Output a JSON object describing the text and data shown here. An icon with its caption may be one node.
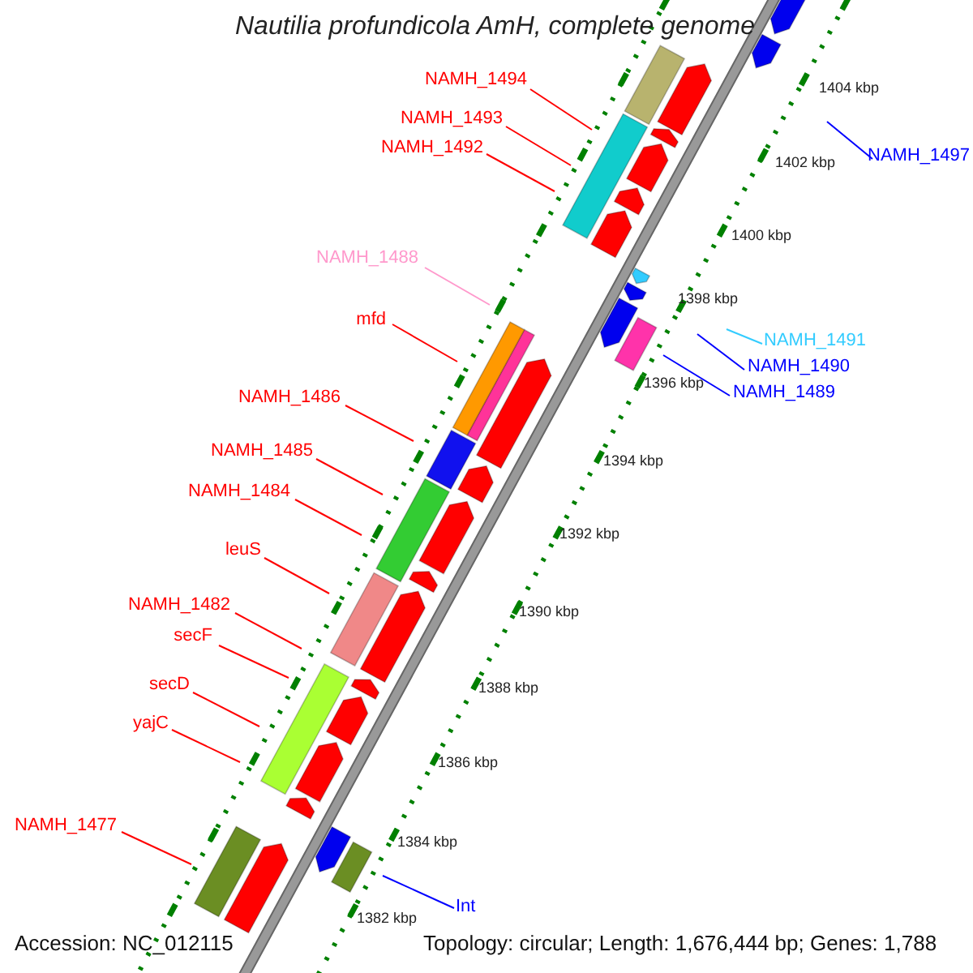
{
  "diagram": {
    "title": "Nautilia profundicola AmH, complete genome",
    "nodes": [
      {
        "text": [
          "NAMH_1494"
        ]
      },
      {
        "text": [
          "NAMH_1493"
        ]
      },
      {
        "text": [
          "NAMH_1492"
        ]
      },
      {
        "text": [
          "NAMH_1497"
        ]
      },
      {
        "text": [
          "NAMH_1488"
        ]
      },
      {
        "text": [
          "mfd"
        ]
      },
      {
        "text": [
          "NAMH_1491"
        ]
      },
      {
        "text": [
          "NAMH_1490"
        ]
      },
      {
        "text": [
          "NAMH_1489"
        ]
      },
      {
        "text": [
          "NAMH_1486"
        ]
      },
      {
        "text": [
          "NAMH_1485"
        ]
      },
      {
        "text": [
          "NAMH_1484"
        ]
      },
      {
        "text": [
          "leuS"
        ]
      },
      {
        "text": [
          "NAMH_1482"
        ]
      },
      {
        "text": [
          "secF"
        ]
      },
      {
        "text": [
          "secD"
        ]
      },
      {
        "text": [
          "yajC"
        ]
      },
      {
        "text": [
          "NAMH_1477"
        ]
      },
      {
        "text": [
          "Int"
        ]
      }
    ],
    "edges": [
      {
        "from": 0,
        "to": null,
        "arrow": "none"
      },
      {
        "from": 1,
        "to": null,
        "arrow": "none"
      },
      {
        "from": 2,
        "to": null,
        "arrow": "none"
      },
      {
        "from": 3,
        "to": null,
        "arrow": "none",
        "color": "#0000ff"
      },
      {
        "from": 4,
        "to": null,
        "arrow": "none",
        "color": "#ff99cc"
      },
      {
        "from": 5,
        "to": null,
        "arrow": "none"
      },
      {
        "from": 6,
        "to": null,
        "arrow": "none",
        "color": "#33ccff"
      },
      {
        "from": 7,
        "to": null,
        "arrow": "none",
        "color": "#0000ff"
      },
      {
        "from": 8,
        "to": null,
        "arrow": "none",
        "color": "#0000ff"
      },
      {
        "from": 9,
        "to": null,
        "arrow": "none"
      },
      {
        "from": 10,
        "to": null,
        "arrow": "none"
      },
      {
        "from": 11,
        "to": null,
        "arrow": "none"
      },
      {
        "from": 12,
        "to": null,
        "arrow": "none"
      },
      {
        "from": 13,
        "to": null,
        "arrow": "none"
      },
      {
        "from": 14,
        "to": null,
        "arrow": "none"
      },
      {
        "from": 15,
        "to": null,
        "arrow": "none"
      },
      {
        "from": 16,
        "to": null,
        "arrow": "none"
      },
      {
        "from": 17,
        "to": null,
        "arrow": "none"
      },
      {
        "from": 18,
        "to": null,
        "arrow": "none",
        "color": "#0000ff"
      }
    ],
    "labels": [
      "1404 kbp",
      "1402 kbp",
      "1400 kbp",
      "1398 kbp",
      "1396 kbp",
      "1394 kbp",
      "1392 kbp",
      "1390 kbp",
      "1388 kbp",
      "1386 kbp",
      "1384 kbp",
      "1382 kbp",
      "Accession: NC_012115",
      "Topology: circular; Length: 1,676,444 bp; Genes: 1,788"
    ]
  }
}
